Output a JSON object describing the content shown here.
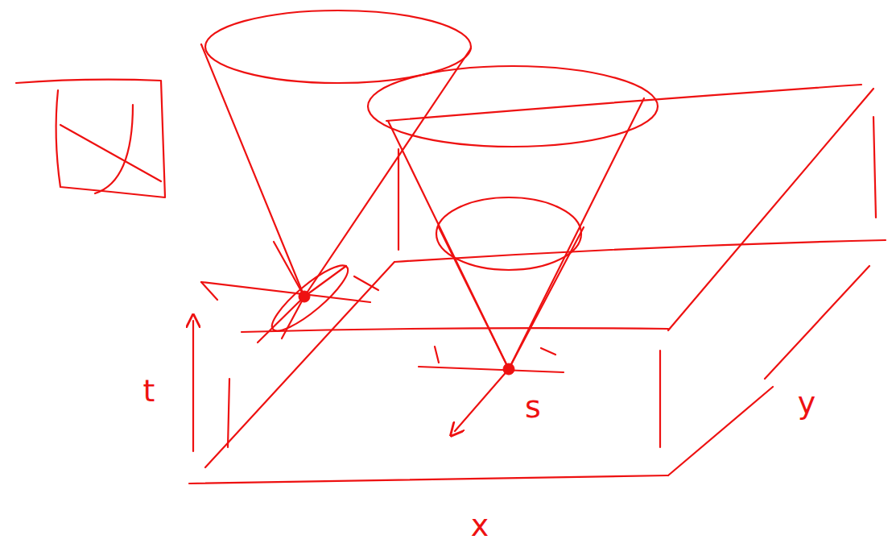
{
  "diagram": {
    "labels": [
      "t",
      "x",
      "y",
      "s"
    ]
  }
}
